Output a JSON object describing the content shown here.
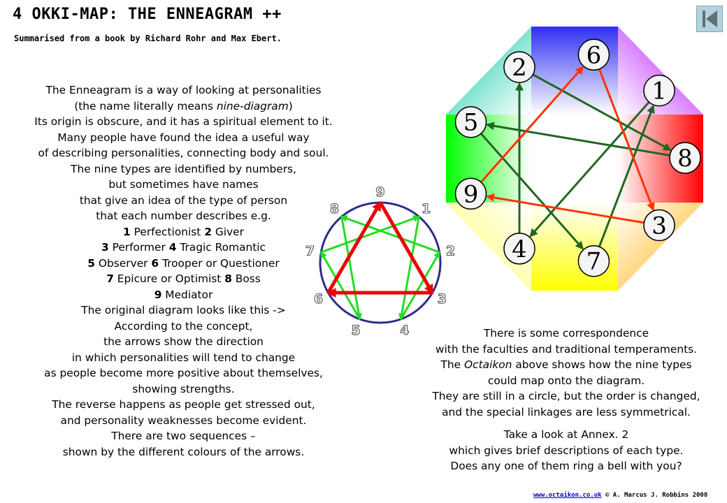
{
  "header": {
    "title": "4 OKKI-MAP: THE ENNEAGRAM ++",
    "subtitle": "Summarised from a book by Richard Rohr and Max Ebert."
  },
  "nav": {
    "back_icon": "skip-back-icon"
  },
  "left_text": {
    "l1": "The Enneagram is a way of looking at personalities",
    "l2_a": "(the name literally means ",
    "l2_em": "nine-diagram",
    "l2_b": ")",
    "l3": "Its origin is obscure, and it has a spiritual element to it.",
    "l4": "Many people have found the idea a useful way",
    "l5": "of describing personalities, connecting body and soul.",
    "l6": "The nine types are identified  by numbers,",
    "l7": "but sometimes have names",
    "l8": "that give an idea of the type of person",
    "l9": "that each number describes e.g.",
    "types": [
      {
        "num": "1",
        "name": " Perfectionist "
      },
      {
        "num": "2",
        "name": " Giver"
      },
      {
        "num": "3",
        "name": " Performer "
      },
      {
        "num": "4",
        "name": " Tragic Romantic"
      },
      {
        "num": "5",
        "name": " Observer  "
      },
      {
        "num": "6",
        "name": " Trooper or Questioner"
      },
      {
        "num": "7",
        "name": " Epicure or Optimist "
      },
      {
        "num": "8",
        "name": " Boss"
      },
      {
        "num": "9",
        "name": " Mediator"
      }
    ],
    "l14": "The original diagram looks like this ->",
    "l15": "According to the concept,",
    "l16": "the arrows show the  direction",
    "l17": "in which personalities will tend to change",
    "l18": "as people become more positive  about themselves,",
    "l19": "showing strengths.",
    "l20": "The reverse happens as people get stressed out,",
    "l21": "and personality weaknesses become evident.",
    "l22": "There are two sequences –",
    "l23": "shown by the different colours of the arrows."
  },
  "right_text": {
    "r1": "There is some correspondence",
    "r2": "with the faculties and traditional temperaments.",
    "r3_a": "The ",
    "r3_em": "Octaikon",
    "r3_b": " above shows how the nine types",
    "r4": "could map onto the diagram.",
    "r5": "They are still in a circle, but the order is changed,",
    "r6": "and the special linkages are less symmetrical.",
    "r7": "Take a look at Annex. 2",
    "r8": "which gives brief descriptions of each type.",
    "r9": "Does any one of them ring a bell with you?"
  },
  "enneagram": {
    "labels": [
      "9",
      "1",
      "2",
      "3",
      "4",
      "5",
      "6",
      "7",
      "8"
    ],
    "circle_color": "#2c2c8c",
    "label_fill": "#ffffff",
    "label_stroke": "#555555",
    "triangle_color": "#ee0000",
    "hexad_color": "#22dd22",
    "triangle_arrows": [
      [
        "9",
        "3"
      ],
      [
        "3",
        "6"
      ],
      [
        "6",
        "9"
      ]
    ],
    "hexad_arrows": [
      [
        "1",
        "4"
      ],
      [
        "4",
        "2"
      ],
      [
        "2",
        "8"
      ],
      [
        "8",
        "5"
      ],
      [
        "5",
        "7"
      ],
      [
        "7",
        "1"
      ]
    ]
  },
  "octaikon": {
    "numbers": [
      "6",
      "1",
      "8",
      "3",
      "7",
      "4",
      "9",
      "5",
      "2"
    ],
    "circle_fill": "#f4f4f4",
    "circle_stroke": "#000000",
    "colors": {
      "top": "#2f2ff2",
      "top_right": "#b200ff",
      "right": "#ff0000",
      "bottom_right": "#ffb000",
      "bottom": "#ffff00",
      "bottom_left": "#ffff60",
      "left": "#00ff00",
      "top_left": "#00c8a0",
      "center": "#ffffff"
    },
    "red_arrow_color": "#ff3300",
    "green_arrow_color": "#226622",
    "red_arrows": [
      [
        "9",
        "6"
      ],
      [
        "6",
        "3"
      ],
      [
        "3",
        "9"
      ]
    ],
    "green_arrows": [
      [
        "1",
        "4"
      ],
      [
        "4",
        "2"
      ],
      [
        "2",
        "8"
      ],
      [
        "8",
        "5"
      ],
      [
        "5",
        "7"
      ],
      [
        "7",
        "1"
      ]
    ]
  },
  "footer": {
    "link": "www.octaikon.co.uk",
    "credit": " © A. Marcus J. Robbins 2008"
  }
}
